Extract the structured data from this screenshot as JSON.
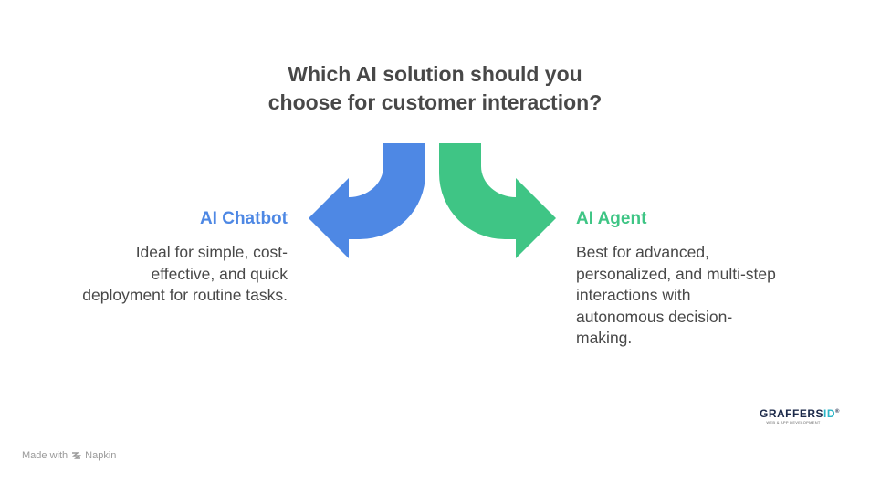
{
  "title_lines": [
    "Which AI solution should you",
    "choose for customer interaction?"
  ],
  "options": [
    {
      "heading": "AI Chatbot",
      "description_lines": [
        "Ideal for simple, cost-",
        "effective, and quick",
        "deployment for routine tasks."
      ],
      "color": "#4e88e4"
    },
    {
      "heading": "AI Agent",
      "description_lines": [
        "Best for advanced,",
        "personalized, and multi-step",
        "interactions with",
        "autonomous decision-",
        "making."
      ],
      "color": "#3fc585"
    }
  ],
  "logo": {
    "main": "GRAFFERS",
    "accent": "ID",
    "registered": "®",
    "tagline": "WEB & APP DEVELOPMENT"
  },
  "footer": {
    "made_with": "Made with",
    "brand": "Napkin"
  }
}
